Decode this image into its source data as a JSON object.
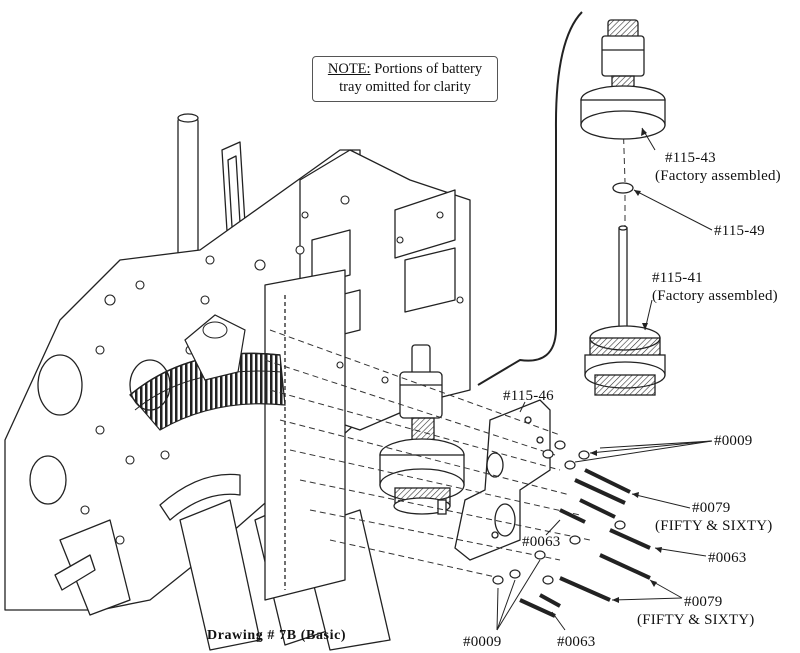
{
  "note": {
    "label": "NOTE:",
    "line1": "Portions of battery",
    "line2": "tray omitted for clarity"
  },
  "callouts": {
    "p115_43": {
      "part": "#115-43",
      "detail": "(Factory assembled)"
    },
    "p115_49": {
      "part": "#115-49"
    },
    "p115_41": {
      "part": "#115-41",
      "detail": "(Factory assembled)"
    },
    "p115_46": {
      "part": "#115-46"
    },
    "p0009_top": {
      "part": "#0009"
    },
    "p0079_top": {
      "part": "#0079",
      "detail": "(FIFTY & SIXTY)"
    },
    "p0063_mid": {
      "part": "#0063"
    },
    "p0063_right": {
      "part": "#0063"
    },
    "p0079_bottom": {
      "part": "#0079",
      "detail": "(FIFTY & SIXTY)"
    },
    "p0009_bottom": {
      "part": "#0009"
    },
    "p0063_bottom": {
      "part": "#0063"
    }
  },
  "caption": "Drawing # 7B (Basic)"
}
